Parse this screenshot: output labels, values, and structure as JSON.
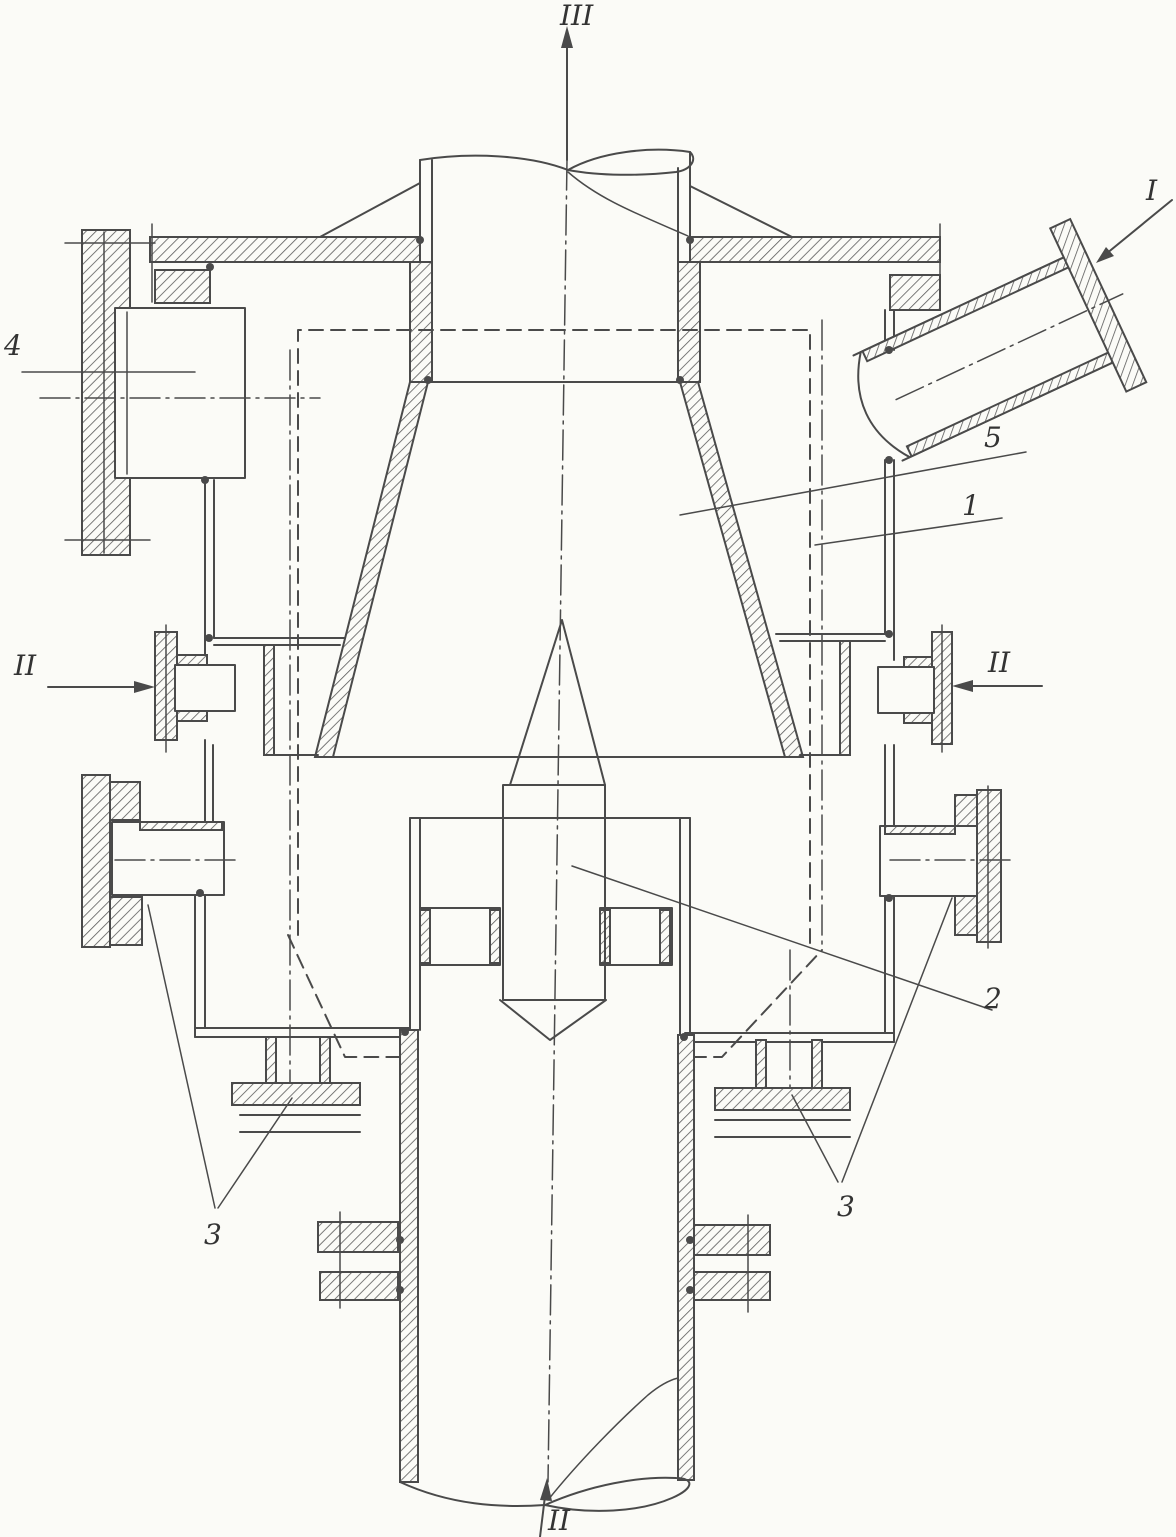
{
  "style": {
    "line_color": "#4a4a4a",
    "background": "#fbfbf7"
  },
  "labels": {
    "stream_iii": "III",
    "stream_i": "I",
    "stream_ii_left": "II",
    "stream_ii_right": "II",
    "stream_ii_bottom": "II",
    "part_1": "1",
    "part_2": "2",
    "part_3_left": "3",
    "part_3_right": "3",
    "part_4": "4",
    "part_5": "5"
  }
}
